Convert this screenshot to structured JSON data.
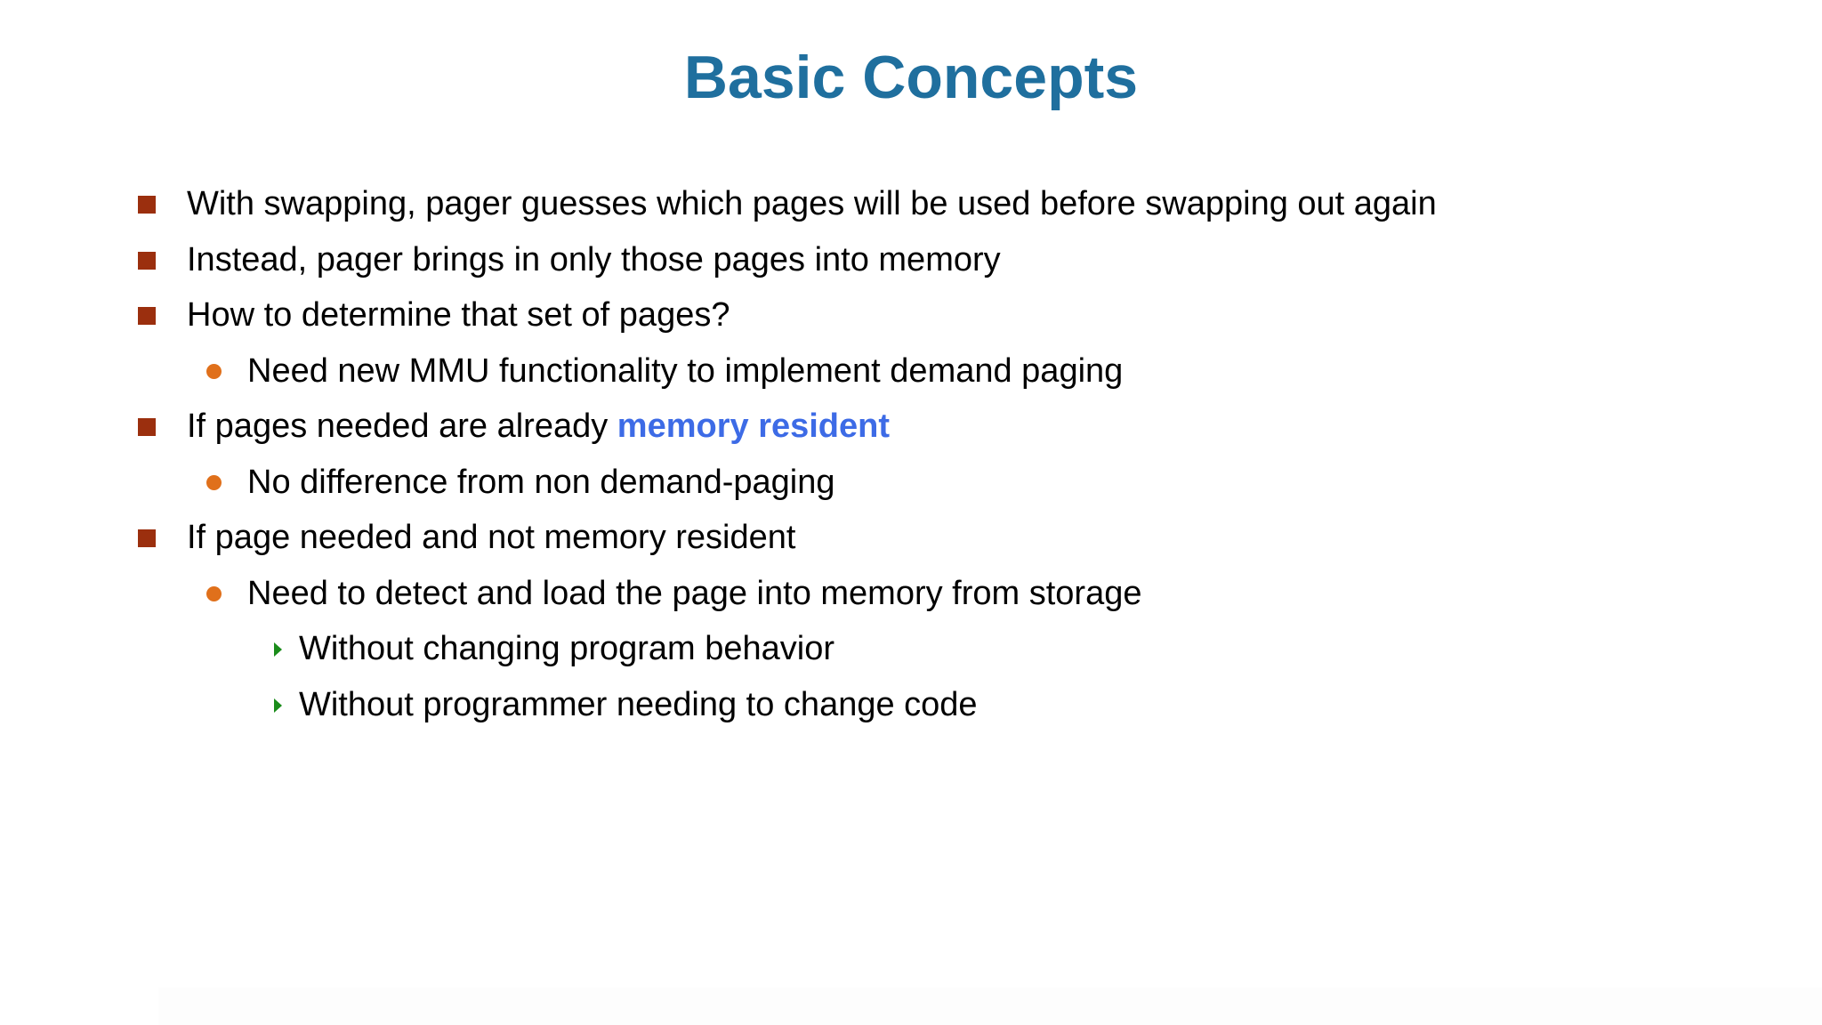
{
  "slide": {
    "title": "Basic Concepts",
    "bullets": [
      {
        "level": 1,
        "text": "With swapping, pager guesses which pages will be used before swapping out again"
      },
      {
        "level": 1,
        "text": "Instead, pager brings in only those pages into memory"
      },
      {
        "level": 1,
        "text": "How to determine that set of pages?"
      },
      {
        "level": 2,
        "text": "Need new MMU functionality to implement demand paging"
      },
      {
        "level": 1,
        "text_before": "If pages needed are already ",
        "highlight": "memory resident"
      },
      {
        "level": 2,
        "text": "No difference from non demand-paging"
      },
      {
        "level": 1,
        "text": "If page needed and not memory resident"
      },
      {
        "level": 2,
        "text": "Need to detect and load the page into memory from storage"
      },
      {
        "level": 3,
        "text": "Without changing program behavior"
      },
      {
        "level": 3,
        "text": "Without programmer needing to change code"
      }
    ]
  },
  "colors": {
    "title": "#1f6f9e",
    "bullet_level1": "#9b2f0e",
    "bullet_level2": "#e0701b",
    "bullet_level3": "#1a8c1a",
    "highlight": "#3d6be6"
  },
  "icons": {
    "level1": "square-bullet-icon",
    "level2": "circle-bullet-icon",
    "level3": "triangle-bullet-icon"
  }
}
